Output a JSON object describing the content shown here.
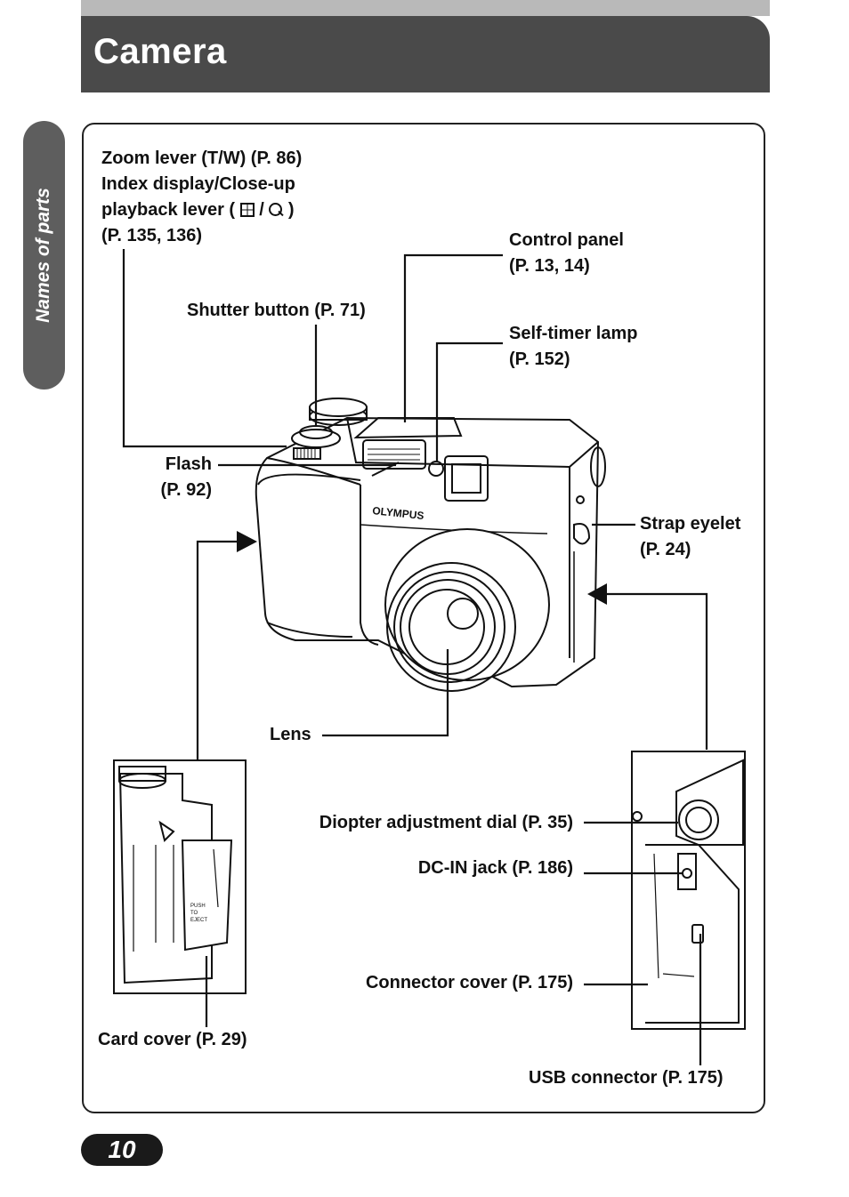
{
  "header": {
    "title": "Camera"
  },
  "side_tab": {
    "label": "Names of parts"
  },
  "labels": {
    "zoom": [
      "Zoom lever (T/W) (P. 86)",
      "Index display/Close-up",
      "playback lever (",
      ")",
      "(P. 135, 136)"
    ],
    "control_panel": [
      "Control panel",
      "(P. 13, 14)"
    ],
    "shutter": "Shutter button (P. 71)",
    "self_timer": [
      "Self-timer lamp",
      "(P. 152)"
    ],
    "flash": [
      "Flash",
      "(P. 92)"
    ],
    "strap": [
      "Strap eyelet",
      "(P. 24)"
    ],
    "lens": "Lens",
    "diopter": "Diopter adjustment dial (P. 35)",
    "dcin": "DC-IN jack (P. 186)",
    "connector_cover": "Connector cover (P. 175)",
    "card_cover": "Card cover (P. 29)",
    "usb": "USB connector (P. 175)"
  },
  "camera_brand": "OLYMPUS",
  "card_cover_text": [
    "PUSH",
    "TO",
    "EJECT"
  ],
  "icons": [
    "index-display-icon",
    "magnifier-icon"
  ],
  "page": {
    "number": "10"
  },
  "colors": {
    "header_bg": "#4a4a4a",
    "topbar": "#b9b9b9",
    "tab_bg": "#5e5e5e"
  }
}
